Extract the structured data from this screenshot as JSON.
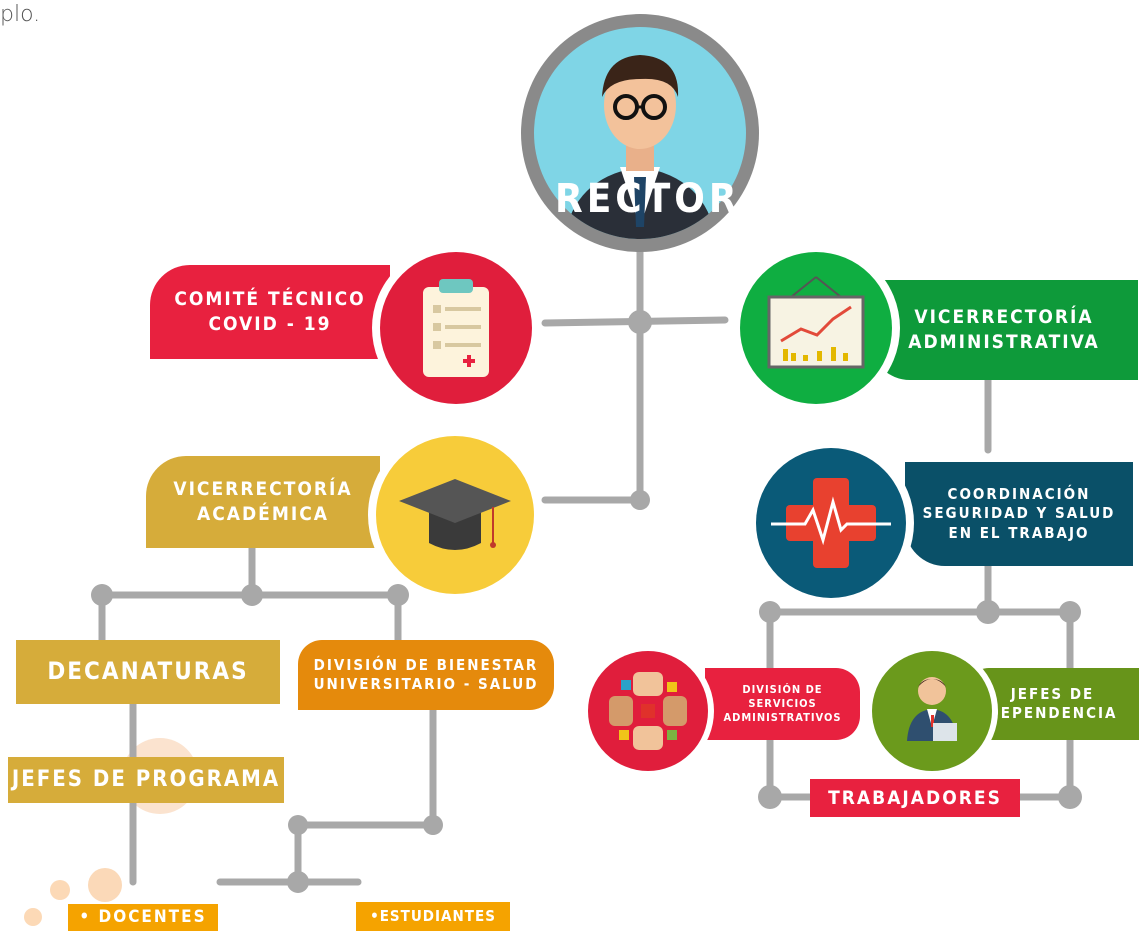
{
  "top_text": "plo.",
  "rector": {
    "label": "RECTOR",
    "icon": "rector-person-icon"
  },
  "comite": {
    "line1": "COMITÉ TÉCNICO",
    "line2": "COVID - 19",
    "icon": "clipboard-icon",
    "color": "#e8213f"
  },
  "vic_admin": {
    "line1": "VICERRECTORÍA",
    "line2": "ADMINISTRATIVA",
    "icon": "chart-board-icon",
    "color": "#0e9a3a"
  },
  "vic_acad": {
    "line1": "VICERRECTORÍA",
    "line2": "ACADÉMICA",
    "icon": "graduation-cap-icon",
    "color": "#d6ac3a"
  },
  "coordinacion": {
    "line1": "COORDINACIÓN",
    "line2": "SEGURIDAD Y SALUD",
    "line3": "EN EL TRABAJO",
    "icon": "health-cross-icon",
    "color": "#0a5068"
  },
  "decanaturas": {
    "label": "DECANATURAS",
    "color": "#d6ac3a"
  },
  "bienestar": {
    "line1": "DIVISIÓN DE BIENESTAR",
    "line2": "UNIVERSITARIO - SALUD",
    "color": "#e58a0c"
  },
  "jefes_programa": {
    "label": "JEFES DE PROGRAMA",
    "color": "#d6ac3a"
  },
  "docentes": {
    "label": "• DOCENTES",
    "color": "#f5a300"
  },
  "estudiantes": {
    "label": "•ESTUDIANTES",
    "color": "#f5a300"
  },
  "servicios": {
    "line1": "DIVISIÓN DE",
    "line2": "SERVICIOS",
    "line3": "ADMINISTRATIVOS",
    "icon": "hands-circle-icon",
    "color": "#e8213f"
  },
  "jefes_dependencia": {
    "line1": "JEFES DE",
    "line2": "DEPENDENCIA",
    "icon": "office-worker-icon",
    "color": "#67941a"
  },
  "trabajadores": {
    "label": "TRABAJADORES",
    "color": "#e8213f"
  },
  "connector_color": "#a8a8a8"
}
